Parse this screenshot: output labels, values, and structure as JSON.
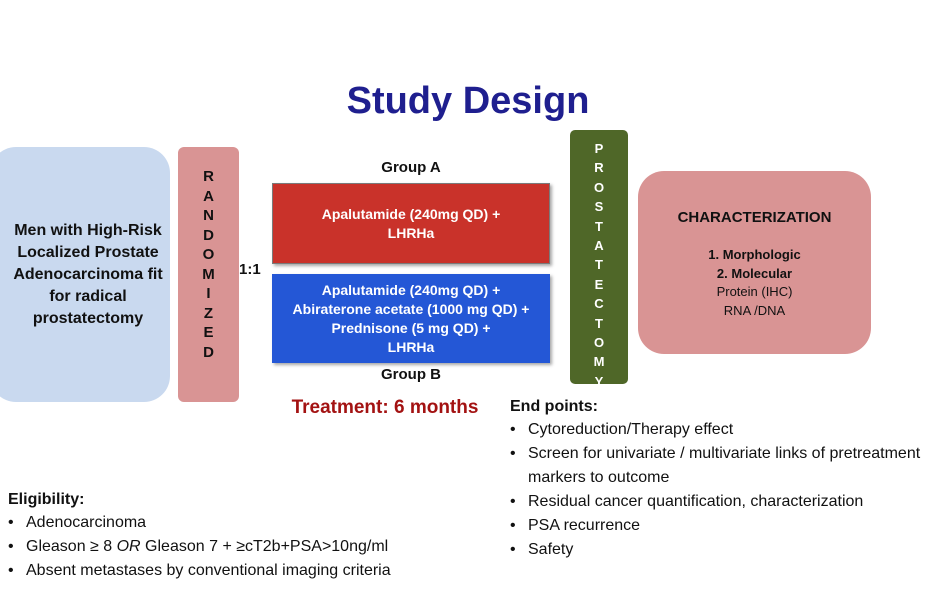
{
  "title": "Study Design",
  "population": "Men with High-Risk Localized Prostate Adenocarcinoma fit for radical prostatectomy",
  "randomized_letters": [
    "R",
    "A",
    "N",
    "D",
    "O",
    "M",
    "I",
    "Z",
    "E",
    "D"
  ],
  "ratio": "1:1",
  "group_a": {
    "label": "Group A",
    "lines": [
      "Apalutamide (240mg QD) +",
      "LHRHa"
    ]
  },
  "group_b": {
    "label": "Group B",
    "lines": [
      "Apalutamide (240mg QD) +",
      "Abiraterone acetate (1000 mg QD) +",
      "Prednisone (5 mg QD) +",
      "LHRHa"
    ]
  },
  "treatment": "Treatment: 6 months",
  "prostatectomy_letters": [
    "P",
    "R",
    "O",
    "S",
    "T",
    "A",
    "T",
    "E",
    "C",
    "T",
    "O",
    "M",
    "Y"
  ],
  "characterization": {
    "title": "CHARACTERIZATION",
    "items": [
      "1. Morphologic",
      "2. Molecular",
      "Protein (IHC)",
      "RNA /DNA"
    ]
  },
  "endpoints": {
    "heading": "End points:",
    "items": [
      "Cytoreduction/Therapy effect",
      "Screen for univariate / multivariate links of pretreatment markers to outcome",
      "Residual cancer quantification, characterization",
      "PSA recurrence",
      "Safety"
    ]
  },
  "eligibility": {
    "heading": "Eligibility:",
    "item1": "Adenocarcinoma",
    "item2_a": "Gleason ≥ 8 ",
    "item2_or": "OR",
    "item2_b": " Gleason 7 + ≥cT2b+PSA>10ng/ml",
    "item3": "Absent metastases by conventional imaging criteria"
  },
  "colors": {
    "title": "#1f1f8f",
    "population_box": "#c9d9ef",
    "randomized_box": "#d99494",
    "group_a_box": "#c9322a",
    "group_b_box": "#2457d6",
    "treatment_text": "#a31212",
    "prostatectomy_box": "#4f6728",
    "characterization_box": "#d99494"
  }
}
